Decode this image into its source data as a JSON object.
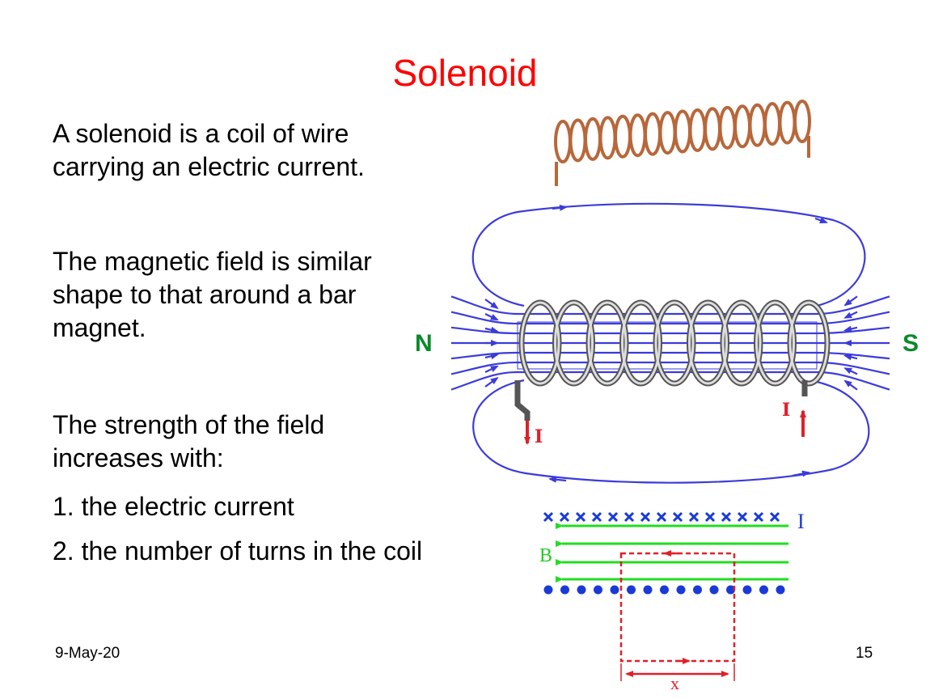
{
  "slide": {
    "title": "Solenoid",
    "paragraph1": [
      "A solenoid is a coil of wire",
      "carrying an electric current."
    ],
    "paragraph2": [
      "The magnetic field is similar",
      "shape to that around a bar",
      "magnet."
    ],
    "paragraph3": [
      "The strength of the field",
      "increases with:"
    ],
    "list_items": [
      "1. the electric current",
      "2. the number of turns in the coil"
    ],
    "footer": {
      "date": "9-May-20",
      "page_number": "15"
    }
  },
  "figure": {
    "north_label": "N",
    "south_label": "S",
    "current_label": "I",
    "field_label": "B",
    "width_label": "x"
  },
  "colors": {
    "title": "#ff0000",
    "field_lines": "#3b3bdc",
    "pole_labels": "#0a8a2a",
    "coil_wire": "#b8673a",
    "current_arrow": "#e0202a",
    "b_field_arrows": "#22dd22"
  }
}
